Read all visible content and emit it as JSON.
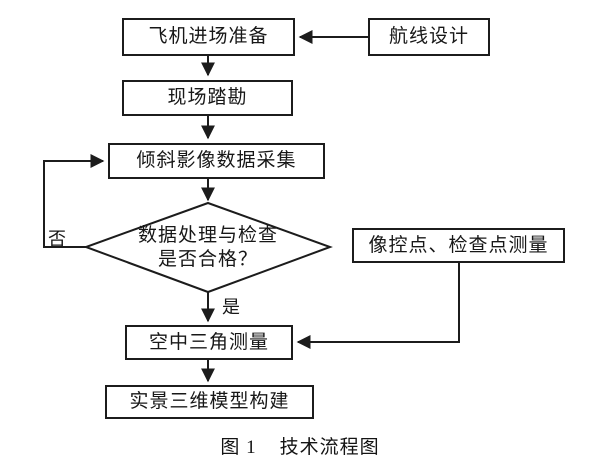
{
  "figure": {
    "caption": "图 1    技术流程图",
    "background_color": "#ffffff",
    "stroke_color": "#1c1c1c",
    "text_color": "#171717"
  },
  "nodes": {
    "flight_prep": {
      "label": "飞机进场准备",
      "shape": "rect"
    },
    "route_design": {
      "label": "航线设计",
      "shape": "rect"
    },
    "site_survey": {
      "label": "现场踏勘",
      "shape": "rect"
    },
    "oblique_image": {
      "label": "倾斜影像数据采集",
      "shape": "rect"
    },
    "decision_line1": {
      "label": "数据处理与检查"
    },
    "decision_line2": {
      "label": "是否合格？"
    },
    "gcp_measure": {
      "label": "像控点、检查点测量",
      "shape": "rect"
    },
    "aerotriangulation": {
      "label": "空中三角测量",
      "shape": "rect"
    },
    "model_build": {
      "label": "实景三维模型构建",
      "shape": "rect"
    }
  },
  "edge_labels": {
    "no": "否",
    "yes": "是"
  },
  "flow": [
    {
      "from": "route_design",
      "to": "flight_prep",
      "label": ""
    },
    {
      "from": "flight_prep",
      "to": "site_survey",
      "label": ""
    },
    {
      "from": "site_survey",
      "to": "oblique_image",
      "label": ""
    },
    {
      "from": "oblique_image",
      "to": "decision",
      "label": ""
    },
    {
      "from": "decision",
      "to": "oblique_image",
      "label": "否"
    },
    {
      "from": "decision",
      "to": "aerotriangulation",
      "label": "是"
    },
    {
      "from": "gcp_measure",
      "to": "aerotriangulation",
      "label": ""
    },
    {
      "from": "aerotriangulation",
      "to": "model_build",
      "label": ""
    }
  ]
}
